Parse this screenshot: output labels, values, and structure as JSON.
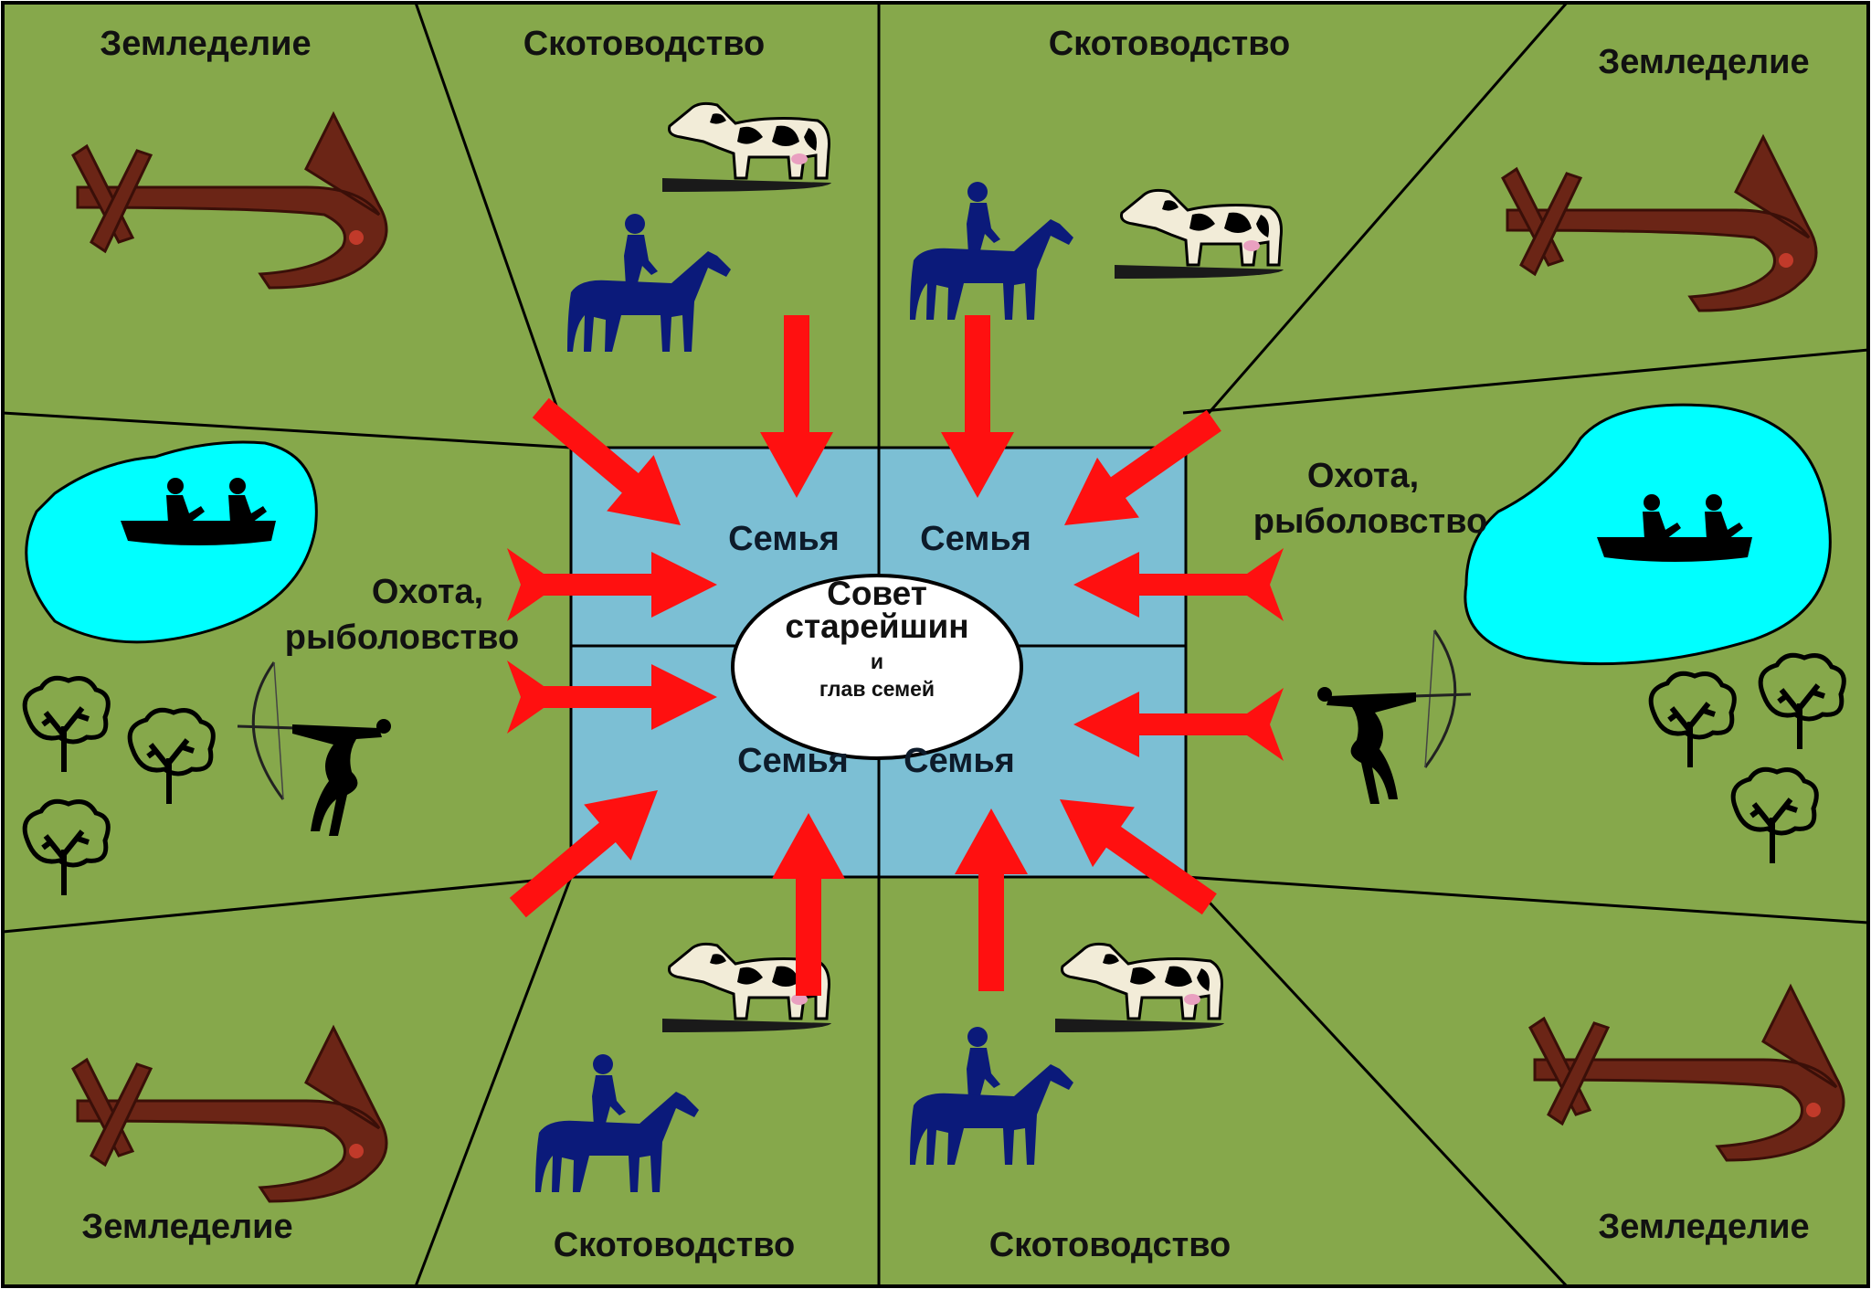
{
  "labels": {
    "agriculture": "Земледелие",
    "cattle": "Скотоводство",
    "hunting_line1": "Охота,",
    "hunting_line2": "рыболовство",
    "family": "Семья",
    "council_line1": "Совет",
    "council_line2": "старейшин",
    "council_line3": "и",
    "council_line4": "глав семей"
  },
  "colors": {
    "field": "#86a84b",
    "village": "#7cbfd4",
    "lake": "#00ffff",
    "arrow": "#ff1010",
    "rider": "#0b1a7a",
    "plow": "#6b2516",
    "silhouette": "#000000",
    "council": "#ffffff"
  },
  "icons": [
    "plow-icon",
    "cow-icon",
    "horse-rider-icon",
    "canoe-icon",
    "archer-icon",
    "tree-icon",
    "arrow-icon"
  ]
}
